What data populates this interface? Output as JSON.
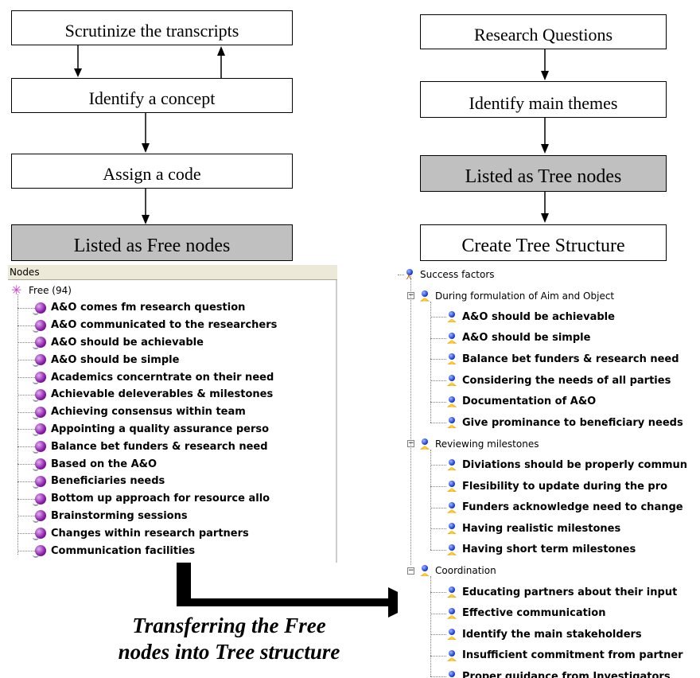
{
  "left_flow": {
    "box1": "Scrutinize the transcripts",
    "box2": "Identify a concept",
    "box3": "Assign a code",
    "box4": "Listed as Free nodes"
  },
  "right_flow": {
    "box1": "Research Questions",
    "box2": "Identify main themes",
    "box3": "Listed as Tree nodes",
    "box4": "Create Tree Structure"
  },
  "free_panel": {
    "header": "Nodes",
    "root": "Free (94)",
    "items": [
      "A&O comes fm research question",
      "A&O communicated to the researchers",
      "A&O should be achievable",
      "A&O should be simple",
      "Academics concerntrate on their need",
      "Achievable deleverables & milestones",
      "Achieving consensus within team",
      "Appointing a quality assurance perso",
      "Balance bet funders & research need",
      "Based on the A&O",
      "Beneficiaries needs",
      "Bottom up approach for resource allo",
      "Brainstorming sessions",
      "Changes within research partners",
      "Communication facilities"
    ]
  },
  "tree_panel": {
    "root": "Success factors",
    "groups": [
      {
        "label": "During formulation of Aim and Object",
        "items": [
          "A&O should be achievable",
          "A&O should be simple",
          "Balance bet funders & research need",
          "Considering the needs of all parties",
          "Documentation of A&O",
          "Give prominance to beneficiary needs"
        ]
      },
      {
        "label": "Reviewing milestones",
        "items": [
          "Diviations should be properly commun",
          "Flesibility to update during the pro",
          "Funders acknowledge need to change",
          "Having realistic milestones",
          "Having short term milestones"
        ]
      },
      {
        "label": "Coordination",
        "items": [
          "Educating partners about their input",
          "Effective communication",
          "Identify the main stakeholders",
          "Insufficient commitment from partner",
          "Proper guidance from Investigators"
        ]
      }
    ],
    "expander_symbol": "−"
  },
  "caption": {
    "line1": "Transferring the Free",
    "line2": "nodes into Tree structure"
  },
  "colors": {
    "grey_box": "#c0c0c0",
    "free_icon": "#8a1aa8",
    "tree_icon": "#0a2fd0"
  }
}
